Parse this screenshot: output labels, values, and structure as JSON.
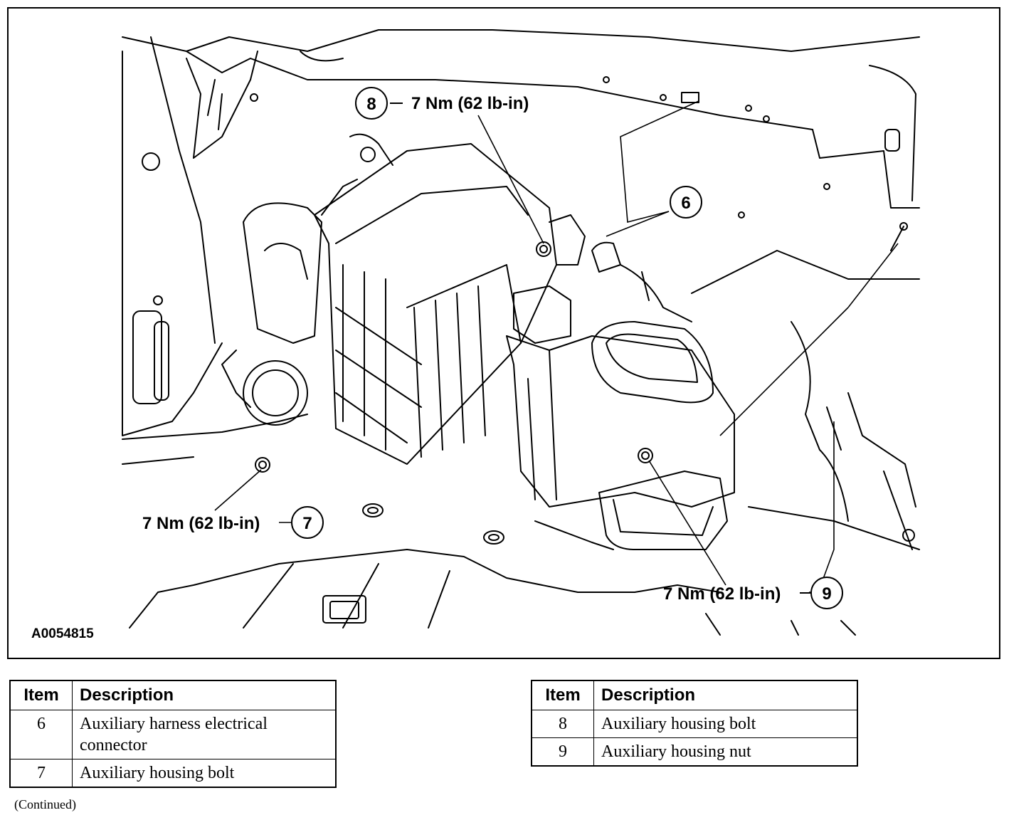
{
  "figure": {
    "id_label": "A0054815",
    "callouts": [
      {
        "num": "8",
        "torque": "7 Nm (62 lb-in)"
      },
      {
        "num": "6",
        "torque": ""
      },
      {
        "num": "7",
        "torque": "7 Nm (62 lb-in)"
      },
      {
        "num": "9",
        "torque": "7 Nm (62 lb-in)"
      }
    ]
  },
  "legend": {
    "header_item": "Item",
    "header_description": "Description",
    "left_rows": [
      {
        "item": "6",
        "description_line1": "Auxiliary harness electrical",
        "description_line2": "connector"
      },
      {
        "item": "7",
        "description_line1": "Auxiliary housing bolt",
        "description_line2": ""
      }
    ],
    "right_rows": [
      {
        "item": "8",
        "description_line1": "Auxiliary housing bolt"
      },
      {
        "item": "9",
        "description_line1": "Auxiliary housing nut"
      }
    ]
  },
  "footer": {
    "continued": "(Continued)"
  }
}
